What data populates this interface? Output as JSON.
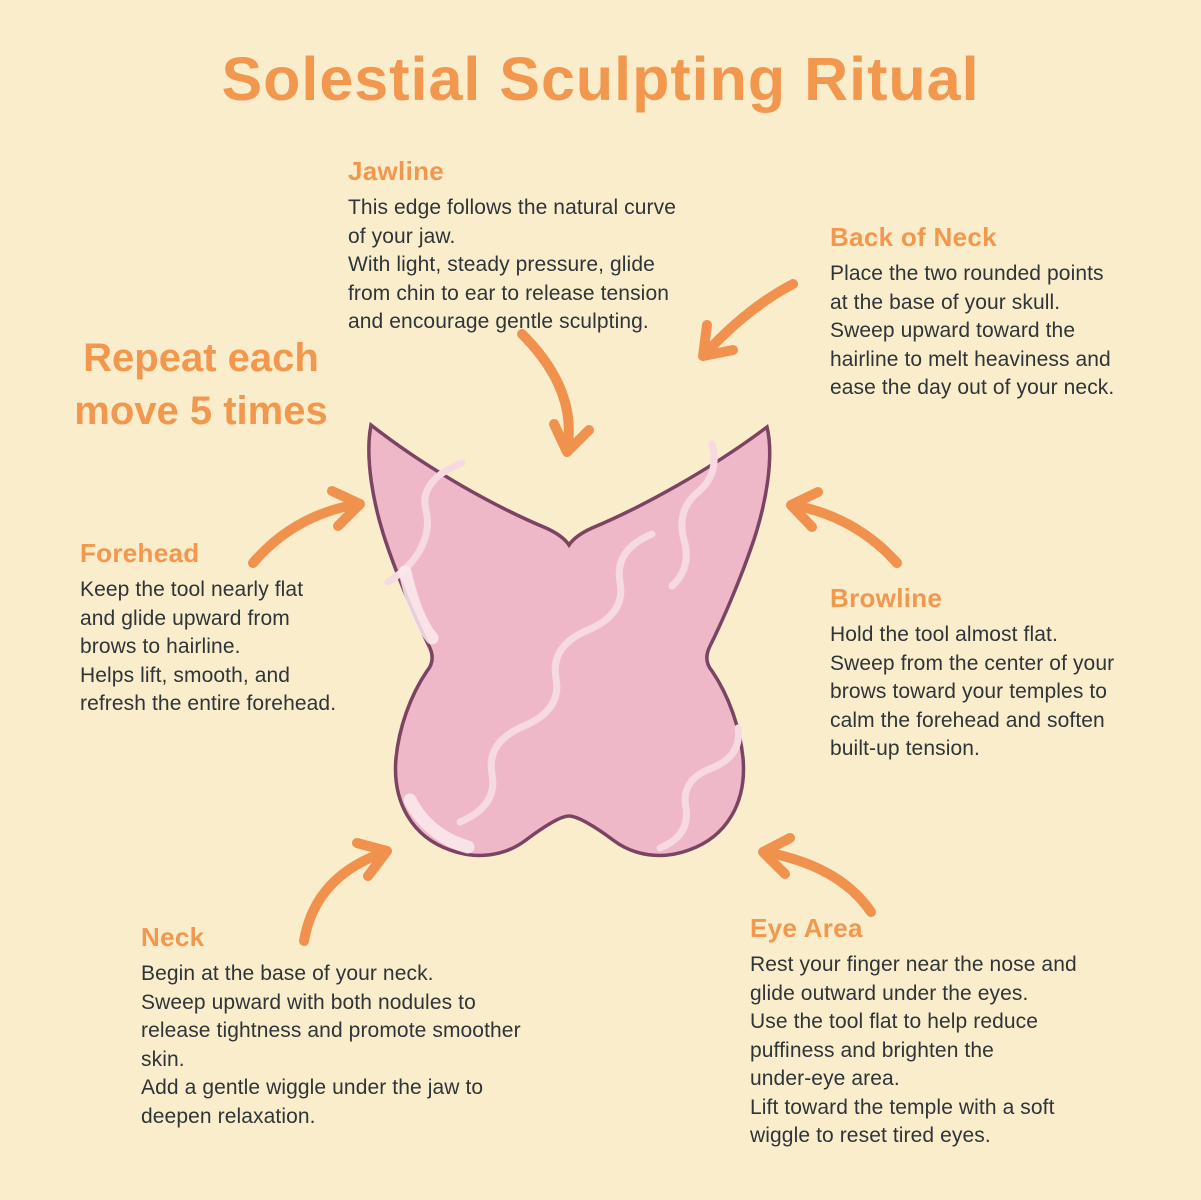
{
  "title": "Solestial Sculpting Ritual",
  "repeat_note": "Repeat each\nmove 5 times",
  "tool": {
    "name": "butterfly-shaped gua sha sculpting tool",
    "fill_color": "#EFB8C9",
    "outline_color": "#7A4462",
    "sheen_color": "#F7D9E2"
  },
  "colors": {
    "background": "#FAEDCC",
    "accent_orange": "#F2984E",
    "arrow_orange": "#F0924D",
    "body_text": "#2F3438"
  },
  "sections": {
    "jawline": {
      "heading": "Jawline",
      "body": "This edge follows the natural curve\nof your jaw.\nWith light, steady pressure, glide\nfrom chin to ear to release tension\nand encourage gentle sculpting."
    },
    "back_of_neck": {
      "heading": "Back of Neck",
      "body": "Place the two rounded points\nat the base of your skull.\nSweep upward toward the\nhairline to melt heaviness and\nease the day out of your neck."
    },
    "forehead": {
      "heading": "Forehead",
      "body": "Keep the tool nearly flat\nand glide upward from\nbrows to hairline.\nHelps lift, smooth, and\nrefresh the entire forehead."
    },
    "browline": {
      "heading": "Browline",
      "body": "Hold the tool almost flat.\nSweep from the center of your\nbrows toward your temples to\ncalm the forehead and soften\nbuilt-up tension."
    },
    "neck": {
      "heading": "Neck",
      "body": "Begin at the base of your neck.\nSweep upward with both nodules to\nrelease tightness and promote smoother\nskin.\nAdd a gentle wiggle under the jaw to\ndeepen relaxation."
    },
    "eye_area": {
      "heading": "Eye Area",
      "body": "Rest your finger near the nose and\nglide outward under the eyes.\nUse the tool flat to help reduce\npuffiness and brighten the\nunder-eye area.\nLift toward the temple with a soft\nwiggle to reset tired eyes."
    }
  }
}
